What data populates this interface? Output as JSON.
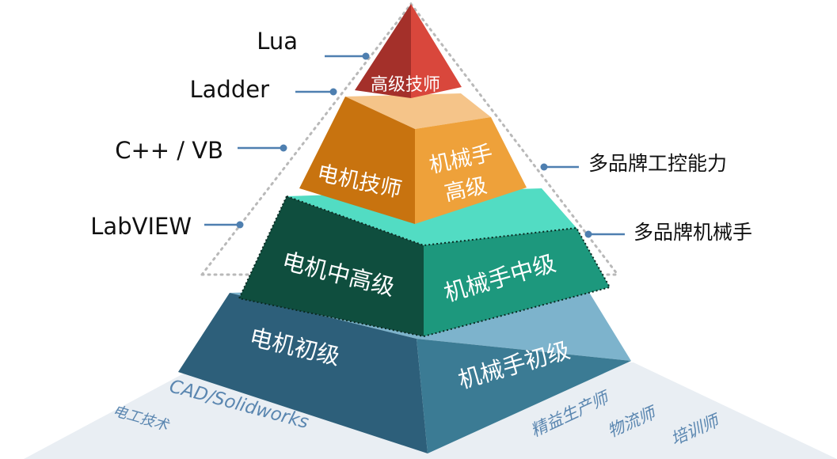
{
  "colors": {
    "ground": "#e9eef3",
    "ground_text": "#5a86b0",
    "dotted_outline": "#b9b9b9",
    "connector": "#4e7fb0",
    "label_text": "#111111",
    "tier_text": "#ffffff",
    "top_left": "#a4302a",
    "top_right": "#d9473c",
    "top_cap": "#f2c9a0",
    "orange_left": "#c8730f",
    "orange_right": "#eea13a",
    "orange_cap": "#f5c489",
    "green_left": "#0f4e3e",
    "green_right": "#1d987d",
    "green_cap": "#52dcc3",
    "blue_left": "#2d5f7a",
    "blue_right": "#3b7b94",
    "blue_cap": "#7db3cc"
  },
  "tiers": {
    "top": "高级技师",
    "orange_left": "电机技师",
    "orange_right_line1": "机械手",
    "orange_right_line2": "高级",
    "green_left": "电机中高级",
    "green_right": "机械手中级",
    "blue_left": "电机初级",
    "blue_right": "机械手初级"
  },
  "left_labels": [
    "Lua",
    "Ladder",
    "C++ / VB",
    "LabVIEW"
  ],
  "right_labels": [
    "多品牌工控能力",
    "多品牌机械手"
  ],
  "ground_labels": {
    "left_1": "CAD/Solidworks",
    "left_2": "电工技术",
    "right_1": "精益生产师",
    "right_2": "物流师",
    "right_3": "培训师"
  }
}
